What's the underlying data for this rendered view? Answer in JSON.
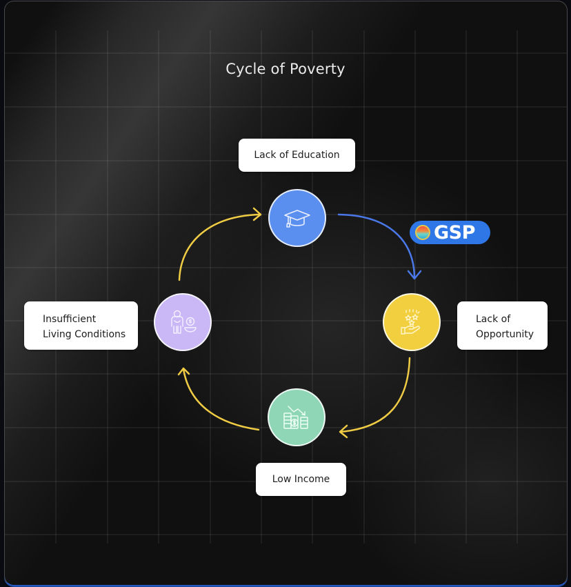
{
  "diagram": {
    "title": "Cycle of Poverty",
    "nodes": [
      {
        "id": "education",
        "label": "Lack of Education",
        "icon": "graduation-cap-icon",
        "color": "#5a8ff0"
      },
      {
        "id": "opportunity",
        "label_line1": "Lack of",
        "label_line2": "Opportunity",
        "icon": "hand-stars-icon",
        "color": "#f1cf3f"
      },
      {
        "id": "income",
        "label": "Low Income",
        "icon": "coins-declining-icon",
        "color": "#8fd6b6"
      },
      {
        "id": "living",
        "label_line1": "Insufficient",
        "label_line2": "Living Conditions",
        "icon": "person-coin-bowl-icon",
        "color": "#c9b8f5"
      }
    ],
    "edges": [
      {
        "from": "education",
        "to": "opportunity",
        "color": "#4a78e8"
      },
      {
        "from": "opportunity",
        "to": "income",
        "color": "#f0cc45"
      },
      {
        "from": "income",
        "to": "living",
        "color": "#f0cc45"
      },
      {
        "from": "living",
        "to": "education",
        "color": "#f0cc45"
      }
    ],
    "badge": {
      "text": "GSP",
      "icon": "gsp-logo-icon",
      "color": "#2f76e6"
    }
  },
  "theme": {
    "background": "#101010",
    "grid_line": "#3a3a3a",
    "label_bg": "#ffffff"
  }
}
